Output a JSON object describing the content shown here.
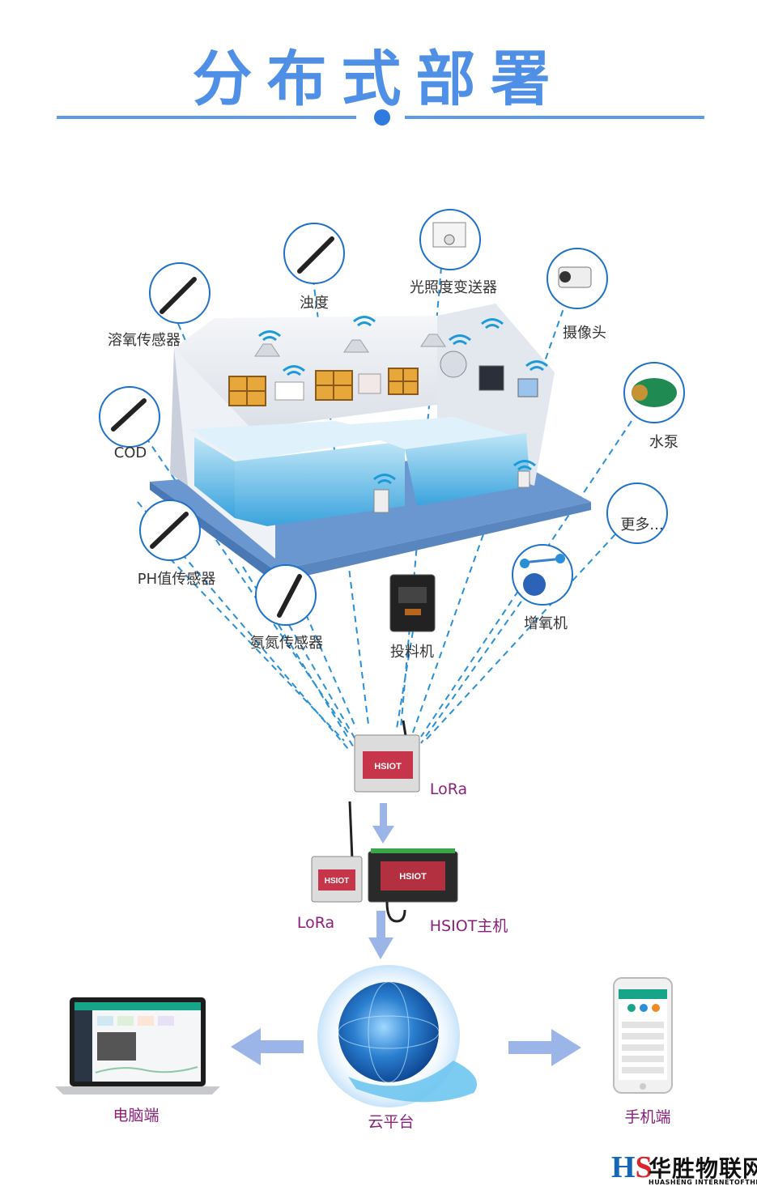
{
  "title": "分布式部署",
  "sensors": {
    "dissolved_oxygen": "溶氧传感器",
    "turbidity": "浊度",
    "light": "光照度变送器",
    "camera": "摄像头",
    "cod": "COD",
    "water_pump": "水泵",
    "more": "更多...",
    "ph": "PH值传感器",
    "ammonia": "氨氮传感器",
    "feeder": "投料机",
    "aerator": "增氧机"
  },
  "gateway": {
    "lora_top": "LoRa",
    "lora_bottom": "LoRa",
    "host": "HSIOT主机",
    "device_brand": "HSIOT"
  },
  "endpoints": {
    "pc": "电脑端",
    "cloud": "云平台",
    "mobile": "手机端"
  },
  "logo": {
    "mark_h": "H",
    "mark_s": "S",
    "cn": "华胜物联网",
    "en": "HUASHENG INTERNETOFTHINGS"
  },
  "colors": {
    "title": "#4f90e6",
    "label_purple": "#8b1f7a",
    "dashed_line": "#2a8fd6",
    "arrow": "#9bb5e8"
  }
}
